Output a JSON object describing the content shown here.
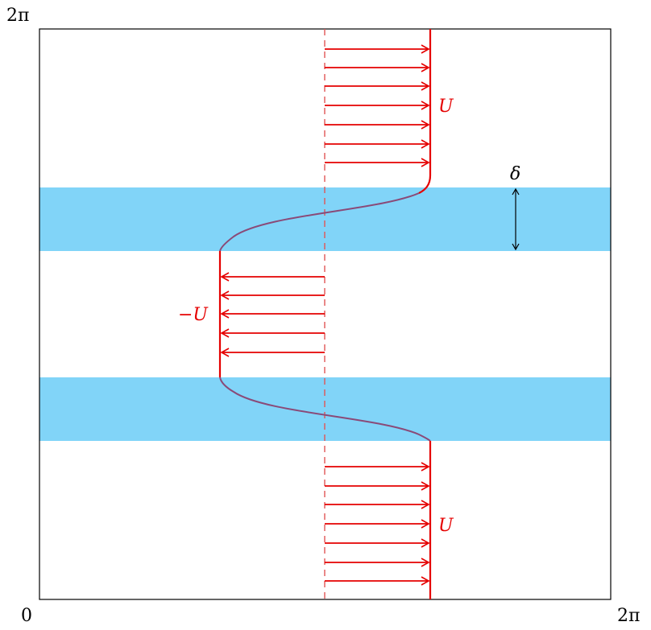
{
  "labels": {
    "origin": "0",
    "top_left": "2π",
    "bottom_right": "2π",
    "velocity_upper": "U",
    "velocity_middle": "−U",
    "velocity_lower": "U",
    "thickness": "δ"
  },
  "colors": {
    "frame": "#000000",
    "shear_band": "#81d4f8",
    "velocity": "#e50000",
    "profile_in_band": "#8a4a78",
    "centerline": "#e05555",
    "thickness_arrow": "#000000"
  }
}
